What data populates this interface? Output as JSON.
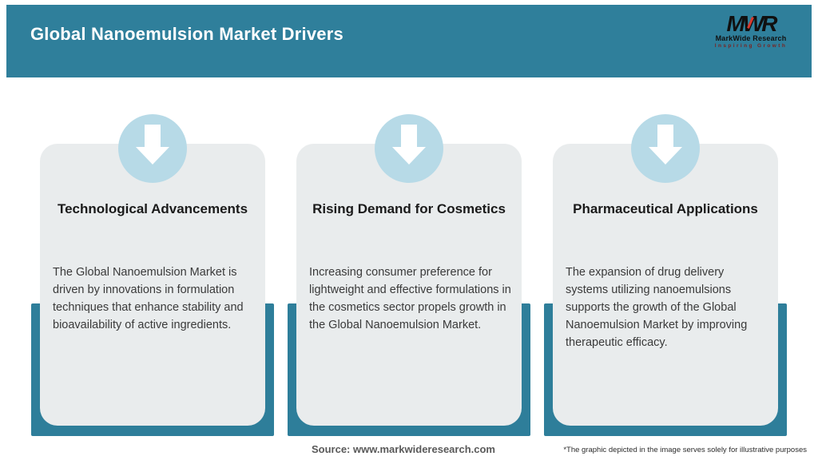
{
  "header": {
    "title": "Global Nanoemulsion Market Drivers"
  },
  "logo": {
    "monogram": "MWR",
    "name": "MarkWide Research",
    "tagline": "Inspiring Growth"
  },
  "cards": [
    {
      "icon": "down-arrow-icon",
      "title": "Technological Advancements",
      "description": "The Global Nanoemulsion Market is driven by innovations in formulation techniques that enhance stability and bioavailability of active ingredients."
    },
    {
      "icon": "down-arrow-icon",
      "title": "Rising Demand for Cosmetics",
      "description": "Increasing consumer preference for lightweight and effective formulations in the cosmetics sector propels growth in the Global Nanoemulsion Market."
    },
    {
      "icon": "down-arrow-icon",
      "title": "Pharmaceutical Applications",
      "description": "The expansion of drug delivery systems utilizing nanoemulsions supports the growth of the Global Nanoemulsion Market by improving therapeutic efficacy."
    }
  ],
  "footer": {
    "source": "Source: www.markwideresearch.com",
    "disclaimer": "*The graphic depicted in the image serves solely for illustrative purposes"
  },
  "colors": {
    "header_teal": "#2f7f9b",
    "backing_teal": "#2e7e9a",
    "circle_blue": "#b7dae7",
    "card_gray": "#e9eced",
    "logo_accent_red": "#d63a2f",
    "tagline_maroon": "#7a2422"
  }
}
